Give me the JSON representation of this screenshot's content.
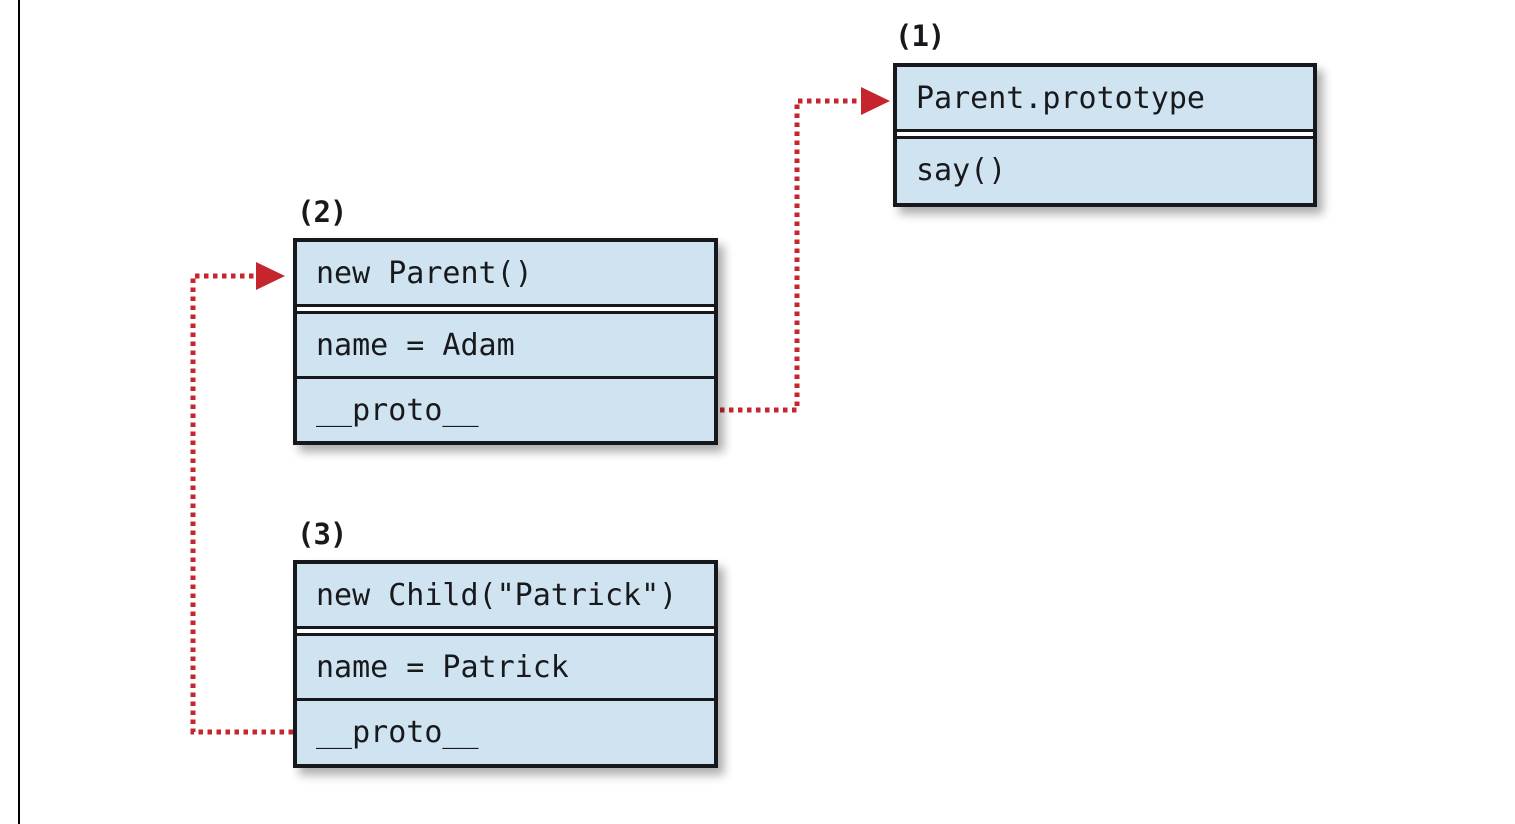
{
  "diagram": {
    "title_hint": "JavaScript prototype chain diagram",
    "colors": {
      "background": "#ffffff",
      "frame_line": "#000000",
      "box_fill": "#d0e3f1",
      "box_border": "#16181d",
      "text": "#17191c",
      "arrow": "#c5262e"
    },
    "boxes": [
      {
        "label": "(1)",
        "header": "Parent.prototype",
        "rows": [
          "say()"
        ]
      },
      {
        "label": "(2)",
        "header": "new Parent()",
        "rows": [
          "name = Adam",
          "__proto__"
        ]
      },
      {
        "label": "(3)",
        "header": "new Child(\"Patrick\")",
        "rows": [
          "name = Patrick",
          "__proto__"
        ]
      }
    ],
    "arrows": [
      {
        "from": "box-2 __proto__",
        "to": "box-1 header",
        "style": "red-dotted"
      },
      {
        "from": "box-3 __proto__",
        "to": "box-2 header",
        "style": "red-dotted"
      }
    ]
  }
}
